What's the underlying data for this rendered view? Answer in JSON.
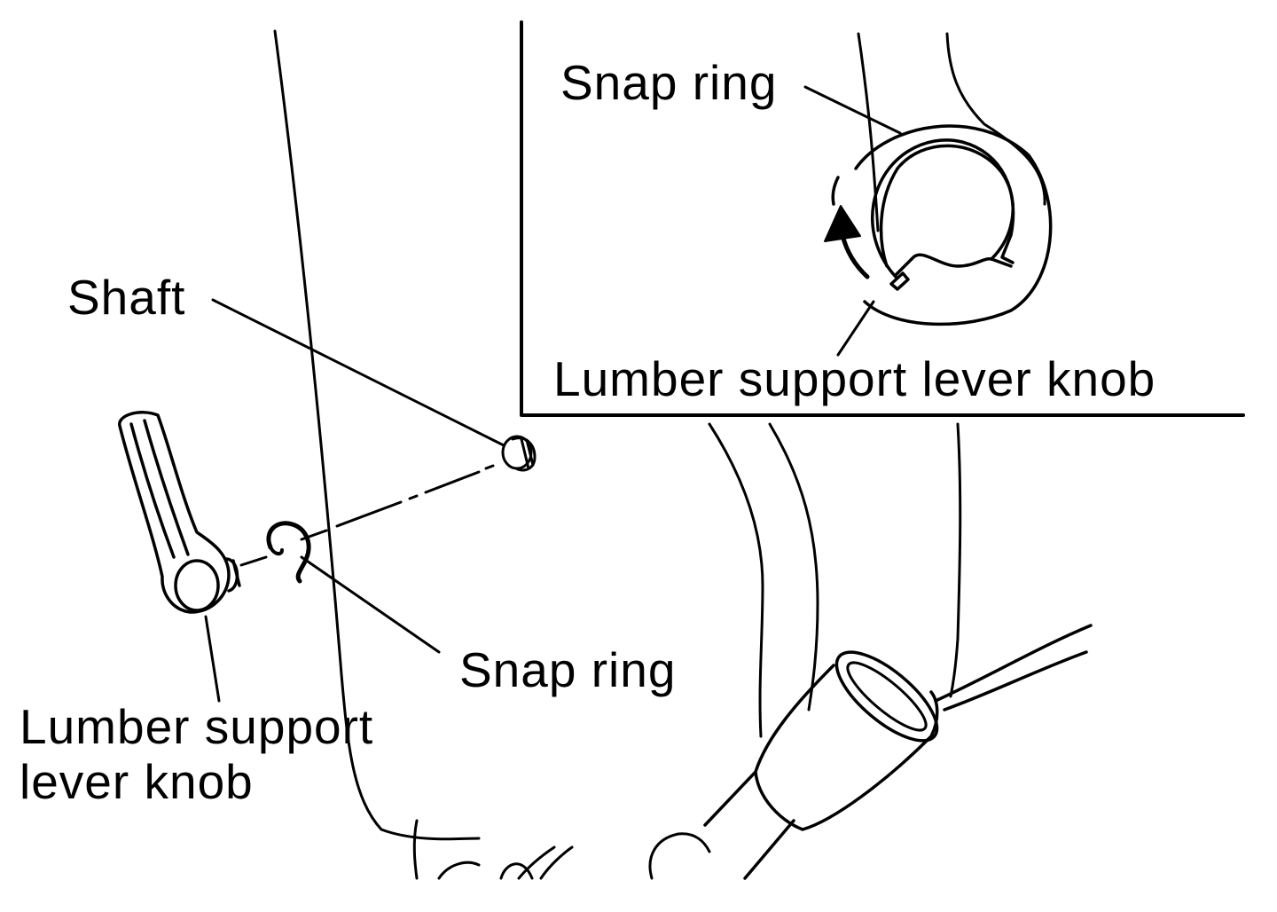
{
  "labels": {
    "inset_snap_ring": "Snap ring",
    "inset_lever_knob": "Lumber support lever knob",
    "shaft": "Shaft",
    "snap_ring": "Snap ring",
    "lever_knob_line1": "Lumber support",
    "lever_knob_line2": "lever knob"
  },
  "colors": {
    "ink": "#000000",
    "paper": "#ffffff"
  }
}
